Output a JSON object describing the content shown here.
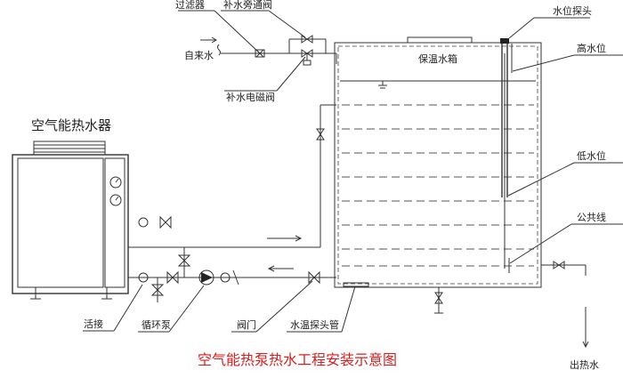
{
  "labels": {
    "filter": "过滤器",
    "bypass_valve": "补水旁通阀",
    "tap_water": "自来水",
    "solenoid_valve": "补水电磁阀",
    "water_level_probe": "水位探头",
    "insulated_tank": "保温水箱",
    "high_level": "高水位",
    "heater": "空气能热水器",
    "low_level": "低水位",
    "common_line": "公共线",
    "union": "活接",
    "pump": "循环泵",
    "valve": "阀门",
    "temp_probe_pipe": "水温探头管",
    "hot_water_out": "出热水"
  },
  "caption": "空气能热泵热水工程安装示意图",
  "colors": {
    "caption": "#d42020",
    "line": "#333333"
  }
}
